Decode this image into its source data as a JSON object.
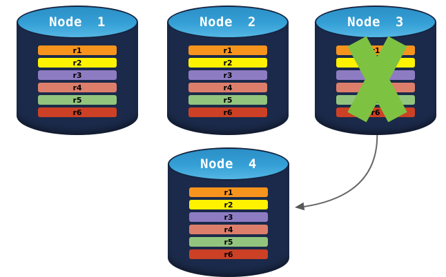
{
  "diagram": {
    "description": "Database replication diagram: four nodes each holding rows r1-r6; Node 3 has failed (green X) and its data is replicated to new Node 4 (gray curved arrow).",
    "nodes": [
      {
        "id": "node-1",
        "label": "Node 1",
        "failed": false,
        "rows": [
          {
            "label": "r1",
            "color": "#F7941E"
          },
          {
            "label": "r2",
            "color": "#FFF200"
          },
          {
            "label": "r3",
            "color": "#8E7CC3"
          },
          {
            "label": "r4",
            "color": "#DD7E6B"
          },
          {
            "label": "r5",
            "color": "#93C47D"
          },
          {
            "label": "r6",
            "color": "#CC4125"
          }
        ]
      },
      {
        "id": "node-2",
        "label": "Node 2",
        "failed": false,
        "rows": [
          {
            "label": "r1",
            "color": "#F7941E"
          },
          {
            "label": "r2",
            "color": "#FFF200"
          },
          {
            "label": "r3",
            "color": "#8E7CC3"
          },
          {
            "label": "r4",
            "color": "#DD7E6B"
          },
          {
            "label": "r5",
            "color": "#93C47D"
          },
          {
            "label": "r6",
            "color": "#CC4125"
          }
        ]
      },
      {
        "id": "node-3",
        "label": "Node 3",
        "failed": true,
        "rows": [
          {
            "label": "r1",
            "color": "#F7941E"
          },
          {
            "label": "r2",
            "color": "#FFF200"
          },
          {
            "label": "r3",
            "color": "#8E7CC3"
          },
          {
            "label": "r4",
            "color": "#DD7E6B"
          },
          {
            "label": "r5",
            "color": "#93C47D"
          },
          {
            "label": "r6",
            "color": "#CC4125"
          }
        ]
      },
      {
        "id": "node-4",
        "label": "Node 4",
        "failed": false,
        "rows": [
          {
            "label": "r1",
            "color": "#F7941E"
          },
          {
            "label": "r2",
            "color": "#FFF200"
          },
          {
            "label": "r3",
            "color": "#8E7CC3"
          },
          {
            "label": "r4",
            "color": "#DD7E6B"
          },
          {
            "label": "r5",
            "color": "#93C47D"
          },
          {
            "label": "r6",
            "color": "#CC4125"
          }
        ]
      }
    ],
    "failure_x": {
      "on_node": "Node 3",
      "color": "#7EC242"
    },
    "arrow": {
      "from": "Node 3",
      "to": "Node 4",
      "color": "#666666",
      "head_color": "#595959"
    },
    "colors": {
      "cylinder_body": "#1B2A4A",
      "cylinder_top": "#3096D2",
      "outline": "#15233F",
      "background": "#FFFFFF"
    }
  }
}
